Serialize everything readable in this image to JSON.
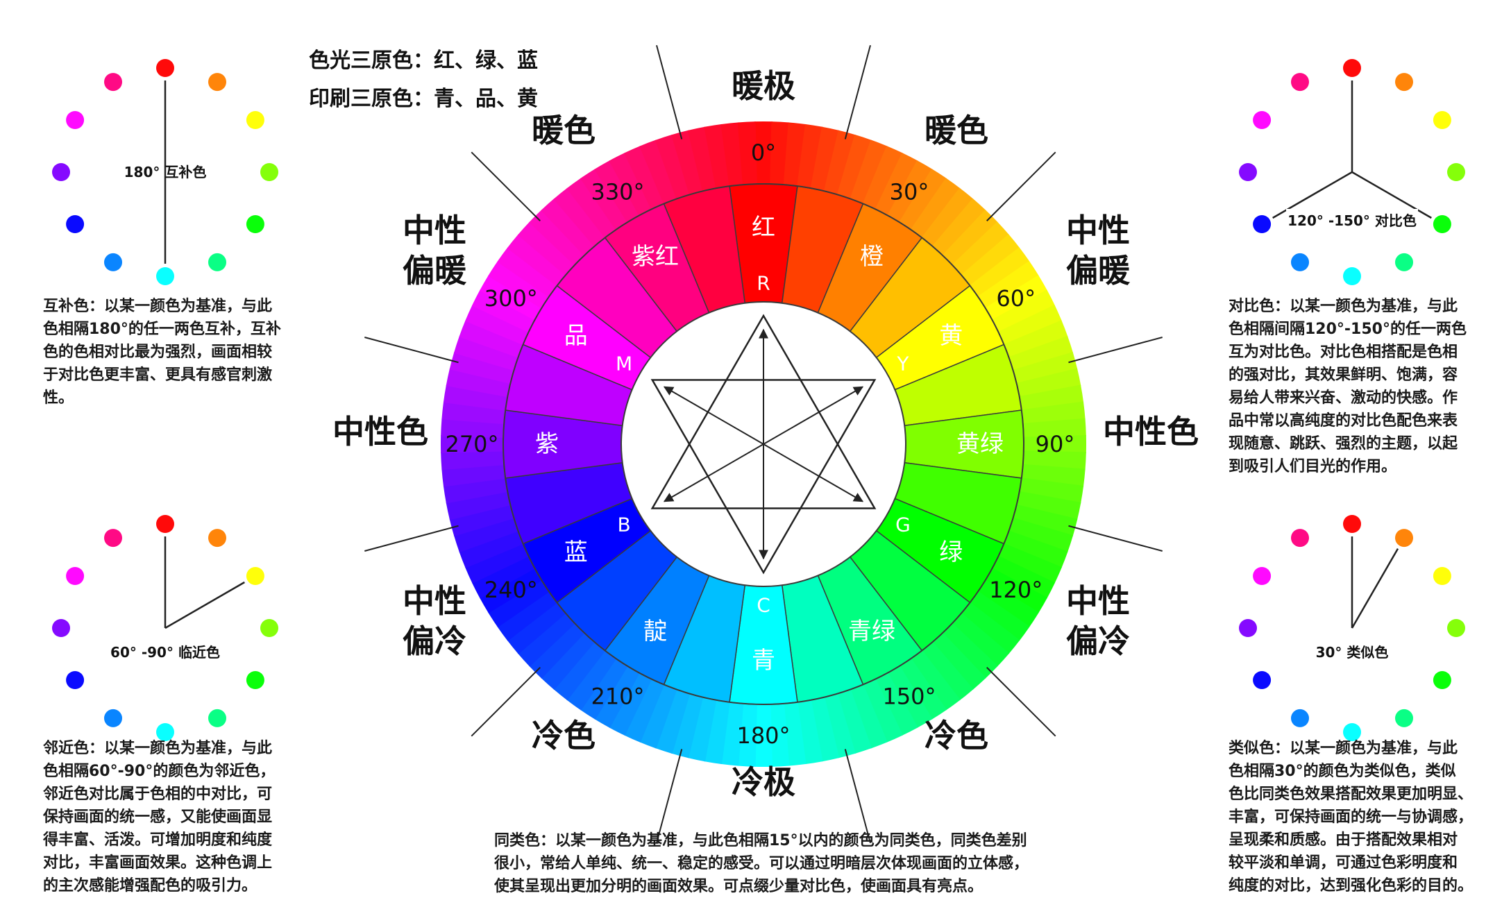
{
  "header": {
    "line1": "色光三原色：红、绿、蓝",
    "line2": "印刷三原色：青、品、黄"
  },
  "wheel": {
    "hue_start_deg": 0,
    "segment_count": 24,
    "outer_labels": {
      "top": "暖极",
      "bottom": "冷极",
      "warm_left": "暖色",
      "warm_right": "暖色",
      "cool_left": "冷色",
      "cool_right": "冷色",
      "neutral_warm_left": [
        "中性",
        "偏暖"
      ],
      "neutral_warm_right": [
        "中性",
        "偏暖"
      ],
      "neutral_left": "中性色",
      "neutral_right": "中性色",
      "neutral_cool_left": [
        "中性",
        "偏冷"
      ],
      "neutral_cool_right": [
        "中性",
        "偏冷"
      ]
    },
    "degree_labels": [
      {
        "hue": 0,
        "text": "0°"
      },
      {
        "hue": 30,
        "text": "30°"
      },
      {
        "hue": 60,
        "text": "60°"
      },
      {
        "hue": 90,
        "text": "90°"
      },
      {
        "hue": 120,
        "text": "120°"
      },
      {
        "hue": 150,
        "text": "150°"
      },
      {
        "hue": 180,
        "text": "180°"
      },
      {
        "hue": 210,
        "text": "210°"
      },
      {
        "hue": 240,
        "text": "240°"
      },
      {
        "hue": 270,
        "text": "270°"
      },
      {
        "hue": 300,
        "text": "300°"
      },
      {
        "hue": 330,
        "text": "330°"
      }
    ],
    "color_names": [
      {
        "hue": 0,
        "text": "红"
      },
      {
        "hue": 30,
        "text": "橙"
      },
      {
        "hue": 60,
        "text": "黄"
      },
      {
        "hue": 90,
        "text": "黄绿"
      },
      {
        "hue": 120,
        "text": "绿"
      },
      {
        "hue": 150,
        "text": "青绿"
      },
      {
        "hue": 180,
        "text": "青"
      },
      {
        "hue": 210,
        "text": "靛"
      },
      {
        "hue": 240,
        "text": "蓝"
      },
      {
        "hue": 270,
        "text": "紫"
      },
      {
        "hue": 300,
        "text": "品"
      },
      {
        "hue": 330,
        "text": "紫红"
      }
    ],
    "primary_letters": [
      {
        "hue": 0,
        "text": "R"
      },
      {
        "hue": 60,
        "text": "Y"
      },
      {
        "hue": 120,
        "text": "G"
      },
      {
        "hue": 180,
        "text": "C"
      },
      {
        "hue": 240,
        "text": "B"
      },
      {
        "hue": 300,
        "text": "M"
      }
    ]
  },
  "mini_wheels": [
    {
      "id": "complementary",
      "label": "180° 互补色",
      "spokes": [
        0,
        180
      ],
      "dot_hues": [
        0,
        30,
        60,
        90,
        120,
        150,
        180,
        210,
        240,
        270,
        300,
        330
      ]
    },
    {
      "id": "contrast",
      "label": "120° -150° 对比色",
      "spokes": [
        0,
        120,
        240
      ],
      "dot_hues": [
        0,
        30,
        60,
        90,
        120,
        150,
        180,
        210,
        240,
        270,
        300,
        330
      ]
    },
    {
      "id": "adjacent",
      "label": "60° -90° 临近色",
      "spokes": [
        0,
        60
      ],
      "dot_hues": [
        0,
        30,
        60,
        90,
        120,
        150,
        180,
        210,
        240,
        270,
        300,
        330
      ]
    },
    {
      "id": "analogous",
      "label": "30° 类似色",
      "spokes": [
        0,
        30
      ],
      "dot_hues": [
        0,
        30,
        60,
        90,
        120,
        150,
        180,
        210,
        240,
        270,
        300,
        330
      ]
    }
  ],
  "descriptions": {
    "complementary": "互补色：以某一颜色为基准，与此\n色相隔180°的任一两色互补，互补\n色的色相对比最为强烈，画面相较\n于对比色更丰富、更具有感官刺激\n性。",
    "contrast": "对比色：以某一颜色为基准，与此\n色相隔间隔120°-150°的任一两色\n互为对比色。对比色相搭配是色相\n的强对比，其效果鲜明、饱满，容\n易给人带来兴奋、激动的快感。作\n品中常以高纯度的对比色配色来表\n现随意、跳跃、强烈的主题，以起\n到吸引人们目光的作用。",
    "adjacent": "邻近色：以某一颜色为基准，与此\n色相隔60°-90°的颜色为邻近色，\n邻近色对比属于色相的中对比，可\n保持画面的统一感，又能使画面显\n得丰富、活泼。可增加明度和纯度\n对比，丰富画面效果。这种色调上\n的主次感能增强配色的吸引力。",
    "analogous": "类似色：以某一颜色为基准，与此\n色相隔30°的颜色为类似色，类似\n色比同类色效果搭配效果更加明显、\n丰富，可保持画面的统一与协调感，\n呈现柔和质感。由于搭配效果相对\n较平淡和单调，可通过色彩明度和\n纯度的对比，达到强化色彩的目的。",
    "same_hue": "同类色：以某一颜色为基准，与此色相隔15°以内的颜色为同类色，同类色差别\n很小，常给人单纯、统一、稳定的感受。可以通过明暗层次体现画面的立体感，\n使其呈现出更加分明的画面效果。可点缀少量对比色，使画面具有亮点。"
  }
}
